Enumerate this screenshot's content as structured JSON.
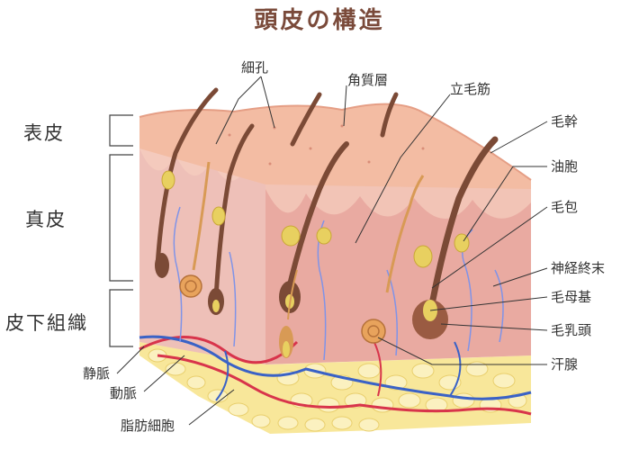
{
  "title": "頭皮の構造",
  "layers": {
    "epidermis": "表皮",
    "dermis": "真皮",
    "subcutis": "皮下組織"
  },
  "labels": {
    "pore": "細孔",
    "stratum_corneum": "角質層",
    "arrector_pili": "立毛筋",
    "hair_shaft": "毛幹",
    "sebaceous_gland": "油胞",
    "hair_follicle": "毛包",
    "nerve_ending": "神経終末",
    "hair_matrix": "毛母基",
    "dermal_papilla": "毛乳頭",
    "sweat_gland": "汗腺",
    "vein": "静脈",
    "artery": "動脈",
    "fat_cells": "脂肪細胞"
  },
  "colors": {
    "title": "#7a4a3a",
    "epidermis": "#f3bca3",
    "dermis": "#eec0b8",
    "dermis_front": "#e9aaa1",
    "fat": "#f8e79a",
    "hair": "#7b4a36",
    "gland": "#e8d060",
    "artery": "#d8344b",
    "vein": "#3a62c6",
    "nerve": "#7f93e8",
    "leader": "#333333"
  }
}
